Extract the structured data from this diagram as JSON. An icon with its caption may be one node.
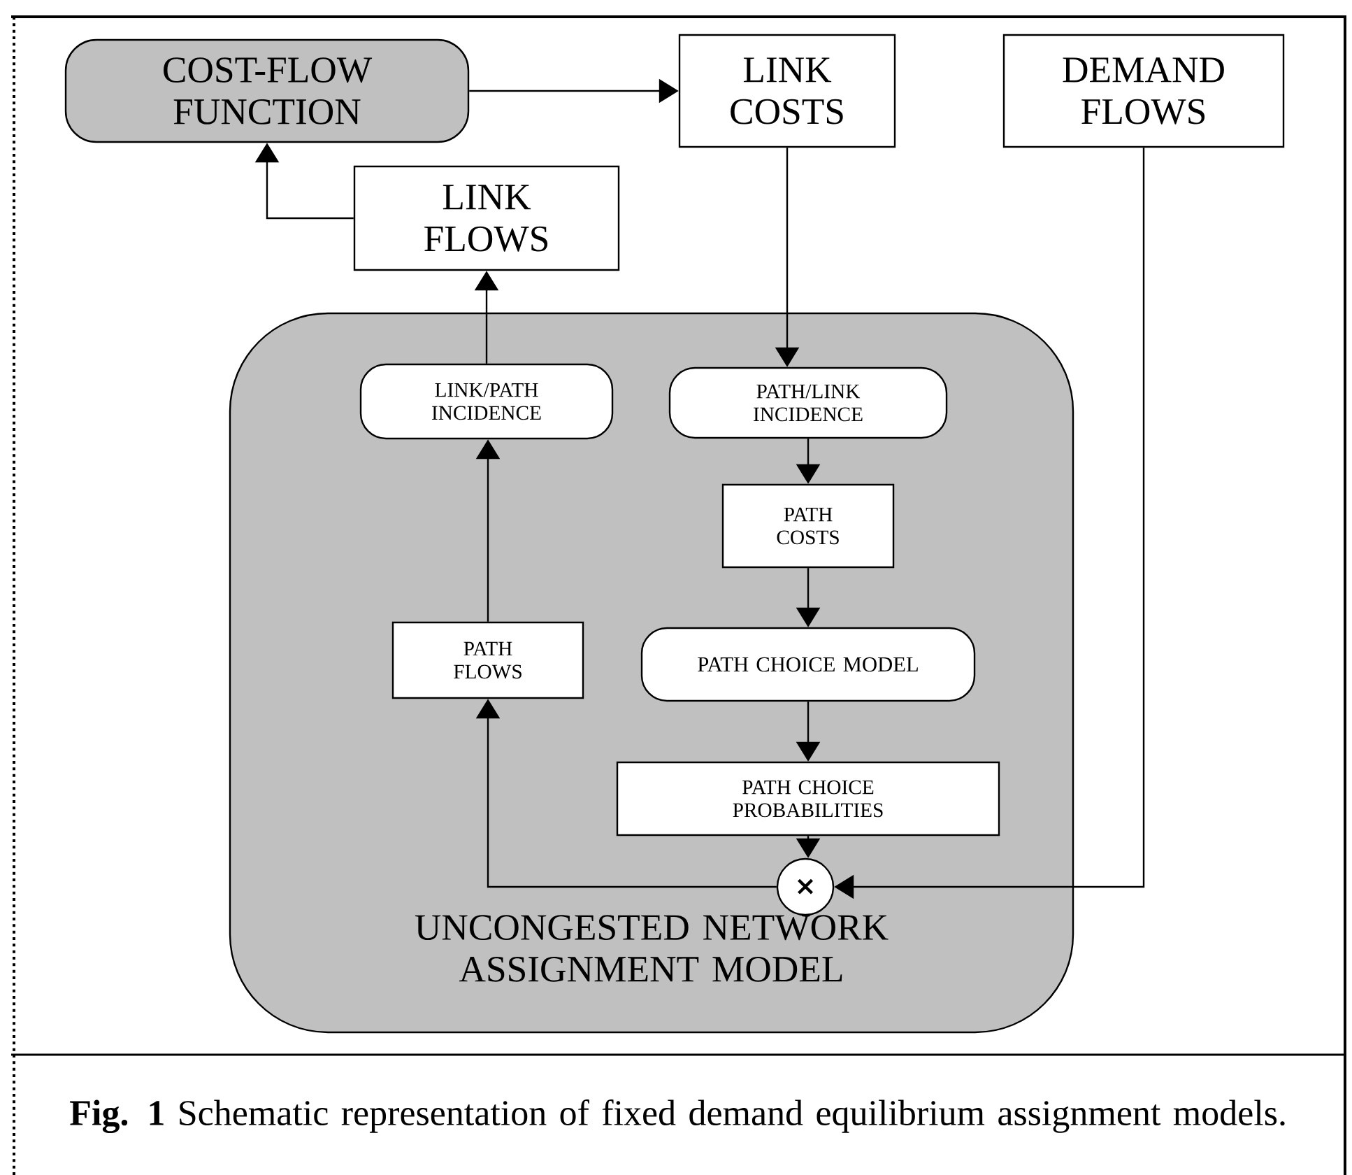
{
  "diagram": {
    "caption": "**Fig. 1** Schematic representation of fixed demand equilibrium assignment models.",
    "nodes": [
      {
        "text": [
          "COST-FLOW FUNCTION"
        ]
      },
      {
        "text": [
          "LINK COSTS"
        ]
      },
      {
        "text": [
          "DEMAND FLOWS"
        ]
      },
      {
        "text": [
          "LINK FLOWS"
        ]
      },
      {
        "text": [
          "UNCONGESTED NETWORK ASSIGNMENT MODEL"
        ]
      },
      {
        "text": [
          "LINK/PATH INCIDENCE"
        ],
        "in": 4
      },
      {
        "text": [
          "PATH/LINK INCIDENCE"
        ],
        "in": 4
      },
      {
        "text": [
          "PATH COSTS"
        ],
        "in": 4
      },
      {
        "text": [
          "PATH FLOWS"
        ],
        "in": 4
      },
      {
        "text": [
          "PATH CHOICE MODEL"
        ],
        "in": 4
      },
      {
        "text": [
          "PATH CHOICE PROBABILITIES"
        ],
        "in": 4
      },
      {
        "text": [
          "×"
        ],
        "in": 4
      }
    ],
    "edges": [
      {
        "from": 0,
        "to": 1,
        "arrow": "to"
      },
      {
        "from": 3,
        "to": 0,
        "arrow": "to"
      },
      {
        "from": 1,
        "to": 6,
        "arrow": "to"
      },
      {
        "from": 6,
        "to": 7,
        "arrow": "to"
      },
      {
        "from": 7,
        "to": 9,
        "arrow": "to"
      },
      {
        "from": 9,
        "to": 10,
        "arrow": "to"
      },
      {
        "from": 10,
        "to": 11,
        "arrow": "to"
      },
      {
        "from": 2,
        "to": 11,
        "arrow": "to"
      },
      {
        "from": 11,
        "to": 8,
        "arrow": "to"
      },
      {
        "from": 8,
        "to": 5,
        "arrow": "to"
      },
      {
        "from": 5,
        "to": 3,
        "arrow": "to"
      }
    ]
  }
}
